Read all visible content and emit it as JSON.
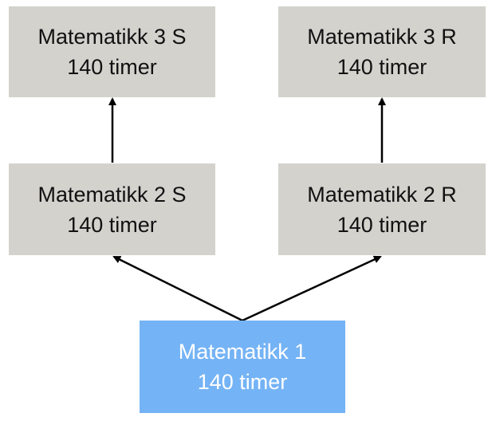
{
  "nodes": {
    "matematikk_3s": {
      "name": "Matematikk 3 S",
      "hours": "140 timer"
    },
    "matematikk_3r": {
      "name": "Matematikk 3 R",
      "hours": "140 timer"
    },
    "matematikk_2s": {
      "name": "Matematikk 2 S",
      "hours": "140 timer"
    },
    "matematikk_2r": {
      "name": "Matematikk 2 R",
      "hours": "140 timer"
    },
    "matematikk_1": {
      "name": "Matematikk 1",
      "hours": "140 timer"
    }
  },
  "edges": [
    {
      "from": "matematikk_1",
      "to": "matematikk_2s"
    },
    {
      "from": "matematikk_1",
      "to": "matematikk_2r"
    },
    {
      "from": "matematikk_2s",
      "to": "matematikk_3s"
    },
    {
      "from": "matematikk_2r",
      "to": "matematikk_3r"
    }
  ],
  "colors": {
    "box_grey": "#d4d2cd",
    "box_blue": "#74b3f5",
    "text_dark": "#111111",
    "text_light": "#ffffff",
    "arrow": "#000000"
  }
}
